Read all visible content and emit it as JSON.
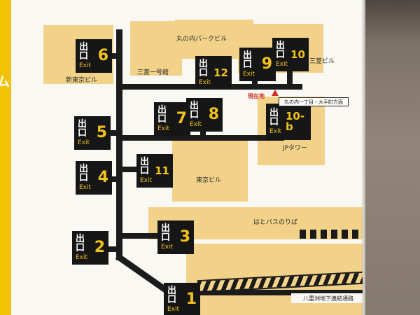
{
  "colors": {
    "frame_yellow": "#f2c203",
    "map_bg": "#faf8f2",
    "building_tan": "#f1d288",
    "line_black": "#1b1b1b",
    "exit_box_black": "#161616",
    "exit_yellow": "#f2c31d",
    "current_location_red": "#cc2f26",
    "wall_brown": "#8b7e72"
  },
  "frame": {
    "partial_text": "ム"
  },
  "exit_label": {
    "kanji": "出口",
    "en": "Exit"
  },
  "exits": [
    {
      "number": "6"
    },
    {
      "number": "12"
    },
    {
      "number": "9"
    },
    {
      "number": "10"
    },
    {
      "number": "5"
    },
    {
      "number": "7"
    },
    {
      "number": "8"
    },
    {
      "number": "10-b"
    },
    {
      "number": "4"
    },
    {
      "number": "11"
    },
    {
      "number": "3"
    },
    {
      "number": "2"
    },
    {
      "number": "1"
    }
  ],
  "buildings": [
    {
      "name": "新東京ビル"
    },
    {
      "name": "三菱一号館"
    },
    {
      "name": "丸の内パークビル"
    },
    {
      "name": "三菱ビル"
    },
    {
      "name": "JPタワー"
    },
    {
      "name": "東京ビル"
    },
    {
      "name": "はとバスのりば"
    },
    {
      "name": "八重洲地下連結通路"
    }
  ],
  "markers": {
    "current_location": "現在地",
    "direction": "丸の内一丁目・大手町方面"
  }
}
